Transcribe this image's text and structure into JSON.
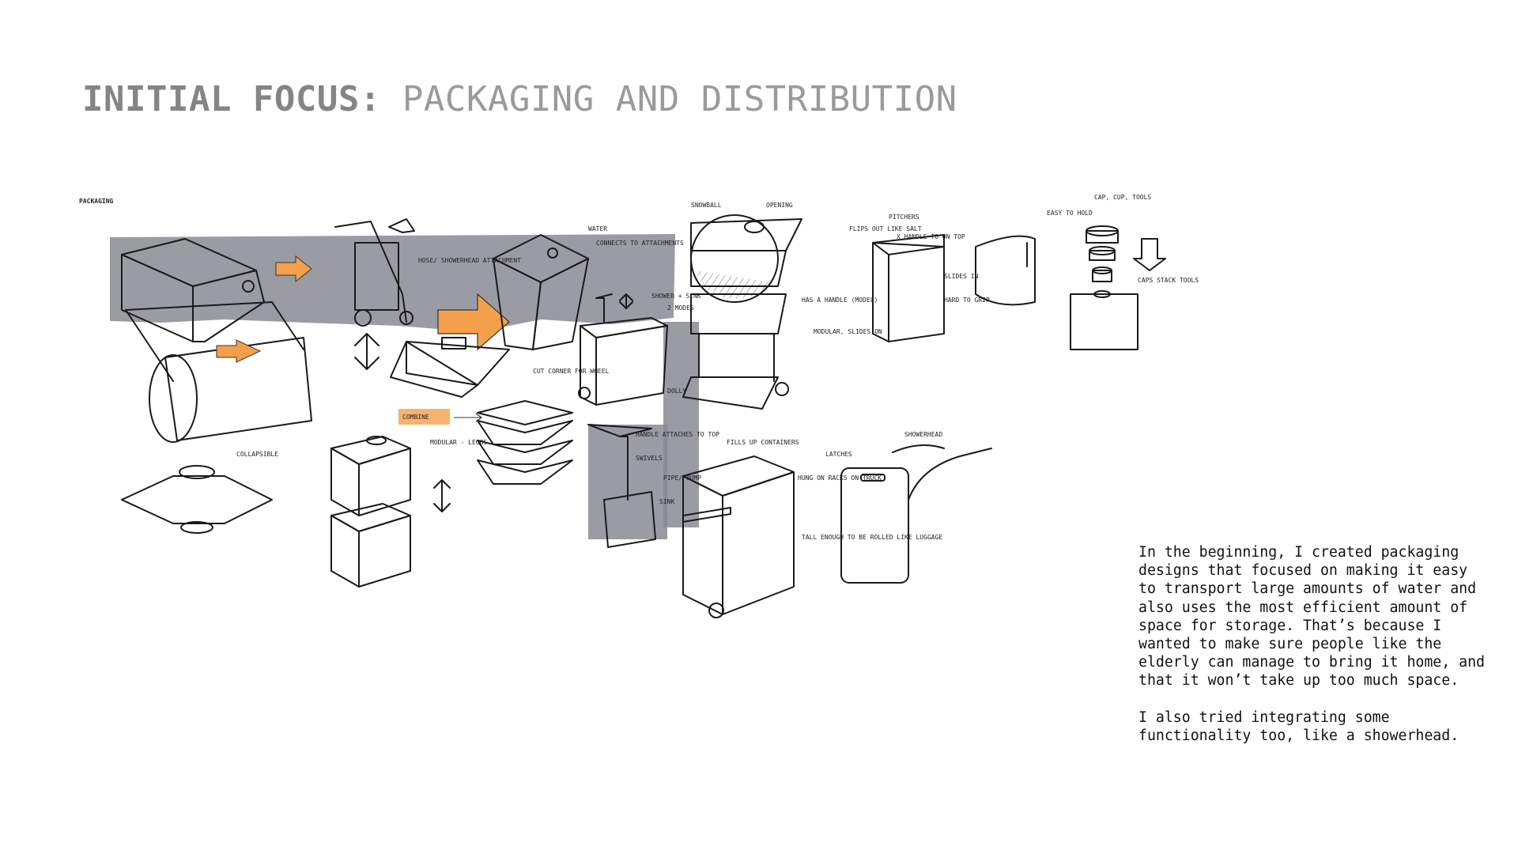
{
  "title": {
    "bold": "INITIAL FOCUS:",
    "light": "PACKAGING AND DISTRIBUTION"
  },
  "sketch_notes": {
    "packaging": "PACKAGING",
    "hose": "HOSE/ SHOWERHEAD ATTACHMENT",
    "water": "WATER",
    "connects": "CONNECTS TO ATTACHMENTS",
    "snowball": "SNOWBALL",
    "opening": "OPENING",
    "shower_sink": "SHOWER + SINK",
    "two_modes": "2 MODES",
    "cut_corner": "CUT CORNER FOR WHEEL",
    "handle_attaches": "HANDLE ATTACHES TO TOP",
    "swivels": "SWIVELS",
    "pipe_pump": "PIPE/ PUMP",
    "sink": "SINK",
    "combine": "COMBINE",
    "modular_legos": "MODULAR - LEGOS",
    "collapsible": "COLLAPSIBLE",
    "has_handle": "HAS A HANDLE (MODEL)",
    "modular_slides": "MODULAR, SLIDES ON",
    "dolly": "DOLLY",
    "fills_up": "FILLS UP CONTAINERS",
    "hung_on_racks": "HUNG ON RACKS ON TRUCK",
    "tall_enough": "TALL ENOUGH TO BE ROLLED LIKE LUGGAGE",
    "latches": "LATCHES",
    "showerhead": "SHOWERHEAD",
    "pitchers": "PITCHERS",
    "flips_out": "FLIPS OUT LIKE SALT",
    "x_handle": "X HANDLE TO ON TOP",
    "easy_to_hold": "EASY TO HOLD",
    "slides_in": "SLIDES IN",
    "hard_to_grip": "HARD TO GRIP",
    "cap_cup_tools": "CAP, CUP, TOOLS",
    "caps_stack": "CAPS STACK TOOLS"
  },
  "description": {
    "paragraph1": "In the beginning, I created packaging designs that focused on making it easy to transport large amounts of water and also uses the most efficient amount of space for storage. That’s because I wanted to make sure people like the elderly can manage to bring it home, and that it won’t take up too much space.",
    "paragraph2": "I also tried integrating some functionality too, like a showerhead."
  },
  "colors": {
    "accent_orange": "#f4a04a",
    "marker_gray": "#8a8a94",
    "title_gray": "#8c8c8c"
  }
}
